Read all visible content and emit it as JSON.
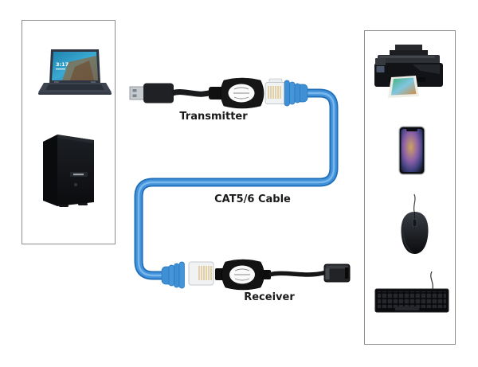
{
  "diagram": {
    "transmitter_label": "Transmitter",
    "cable_label": "CAT5/6 Cable",
    "receiver_label": "Receiver"
  },
  "left_panel": {
    "devices": [
      "laptop",
      "desktop-tower"
    ],
    "laptop_screen_time": "3:17"
  },
  "right_panel": {
    "devices": [
      "printer",
      "smartphone",
      "mouse",
      "keyboard"
    ]
  },
  "colors": {
    "cable_outline": "#1e6db8",
    "cable_fill": "#4493da",
    "cable_highlight": "#7fbcee",
    "adapter_body": "#161616",
    "connector_metal": "#c6cbd0",
    "panel_border": "#8d8d8d",
    "label_text": "#1a1a1a"
  }
}
